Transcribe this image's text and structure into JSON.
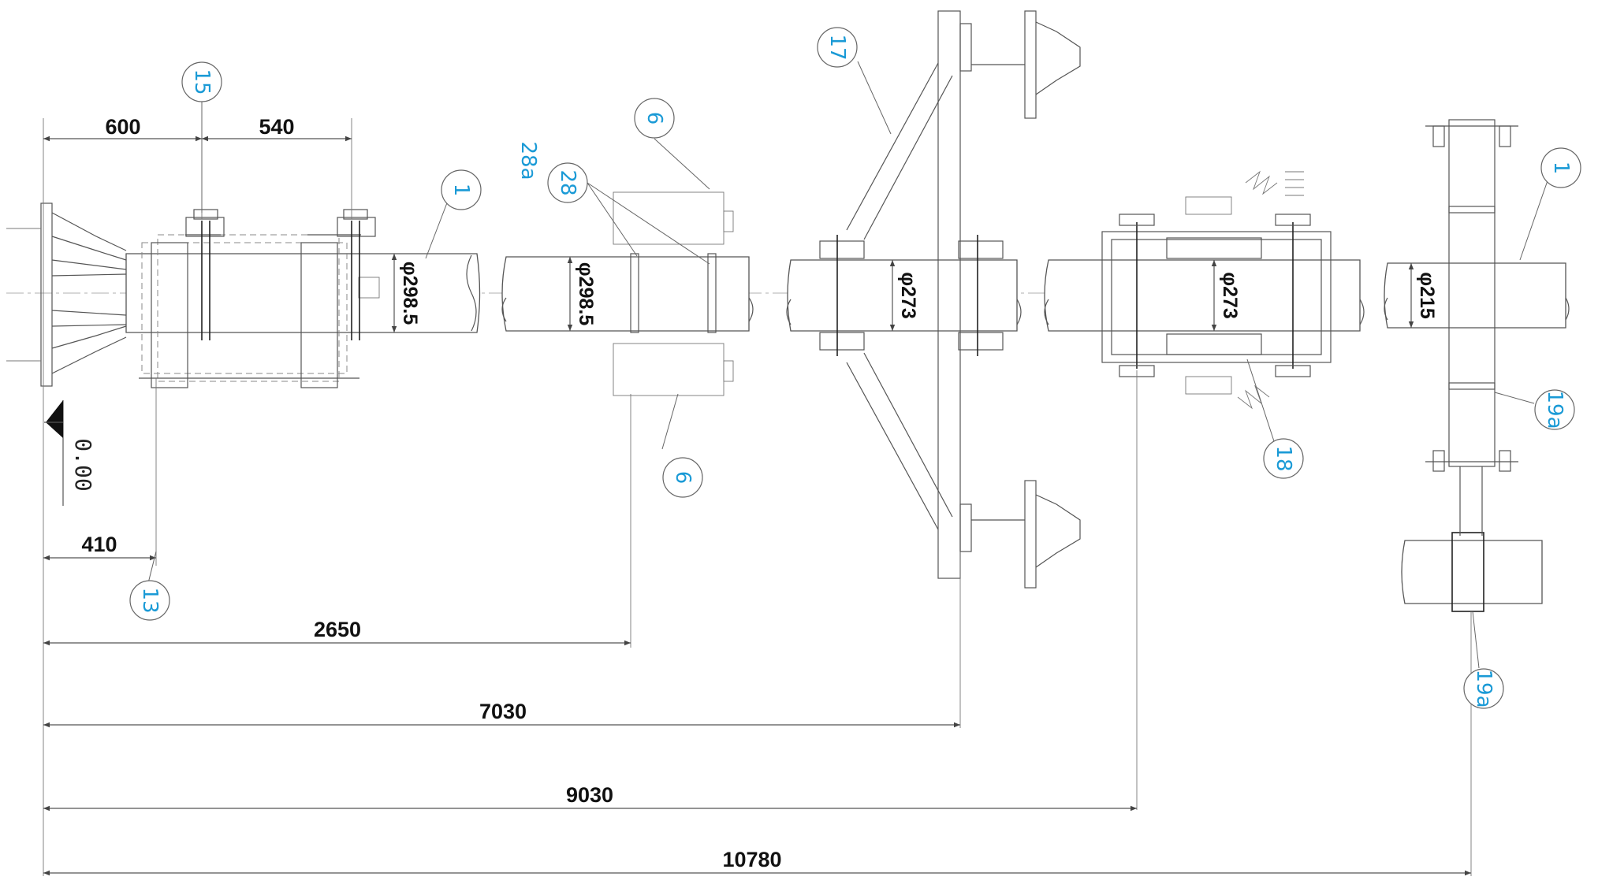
{
  "drawing": {
    "colors": {
      "line": "#555555",
      "dimension": "#111111",
      "callout": "#1a9ad6"
    },
    "dimensions": {
      "d600": "600",
      "d540": "540",
      "d410": "410",
      "d2650": "2650",
      "d7030": "7030",
      "d9030": "9030",
      "d10780": "10780"
    },
    "diameters": {
      "pipe_a": "φ298.5",
      "pipe_b": "φ298.5",
      "pipe_c": "φ273",
      "pipe_d": "φ273",
      "pipe_e": "φ215"
    },
    "elevation": "0.00",
    "callouts": {
      "c15": "15",
      "c1_left": "1",
      "c28a": "28a",
      "c28": "28",
      "c6_top": "6",
      "c6_bottom": "6",
      "c17": "17",
      "c13": "13",
      "c18": "18",
      "c1_right": "1",
      "c19a_right": "19a",
      "c19a_bottom": "19a"
    }
  }
}
